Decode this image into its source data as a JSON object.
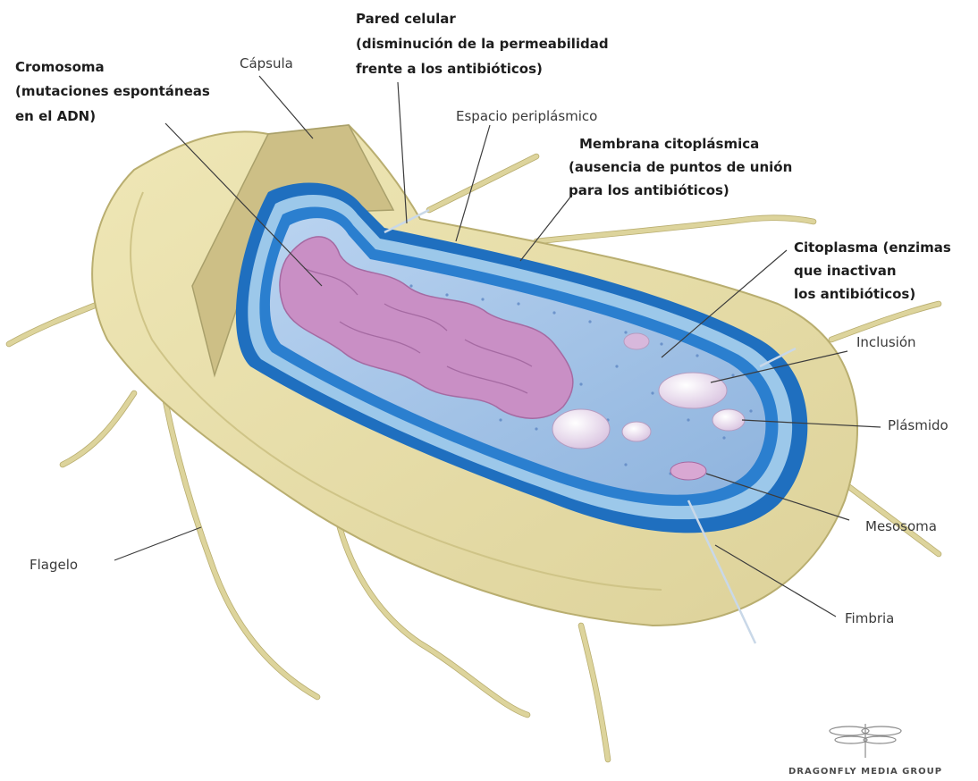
{
  "labels": {
    "pared": [
      "Pared celular",
      "(disminución de la permeabilidad",
      "frente a los antibióticos)"
    ],
    "cromosoma": [
      "Cromosoma",
      "(mutaciones espontáneas",
      "en el ADN)"
    ],
    "capsula": "Cápsula",
    "periplasmico": "Espacio periplásmico",
    "membrana": [
      "Membrana citoplásmica",
      "(ausencia de puntos de unión",
      "para los antibióticos)"
    ],
    "citoplasma": [
      "Citoplasma (enzimas",
      "que inactivan",
      "los antibióticos)"
    ],
    "inclusion": "Inclusión",
    "plasmido": "Plásmido",
    "mesosoma": "Mesosoma",
    "fimbria": "Fimbria",
    "flagelo": "Flagelo"
  },
  "credit": {
    "line": "DRAGONFLY MEDIA GROUP"
  },
  "colors": {
    "capsule": "#e8dfa8",
    "capsule_edge": "#b9ae70",
    "wall_blue": "#1f6fbf",
    "membrane_light": "#9cc8ea",
    "cytoplasm": "#a9c6e9",
    "nucleoid": "#c98fc5",
    "plasmid": "#ead8ea",
    "text_bold": "#1d1d1d",
    "text_regular": "#3a3a3a"
  }
}
